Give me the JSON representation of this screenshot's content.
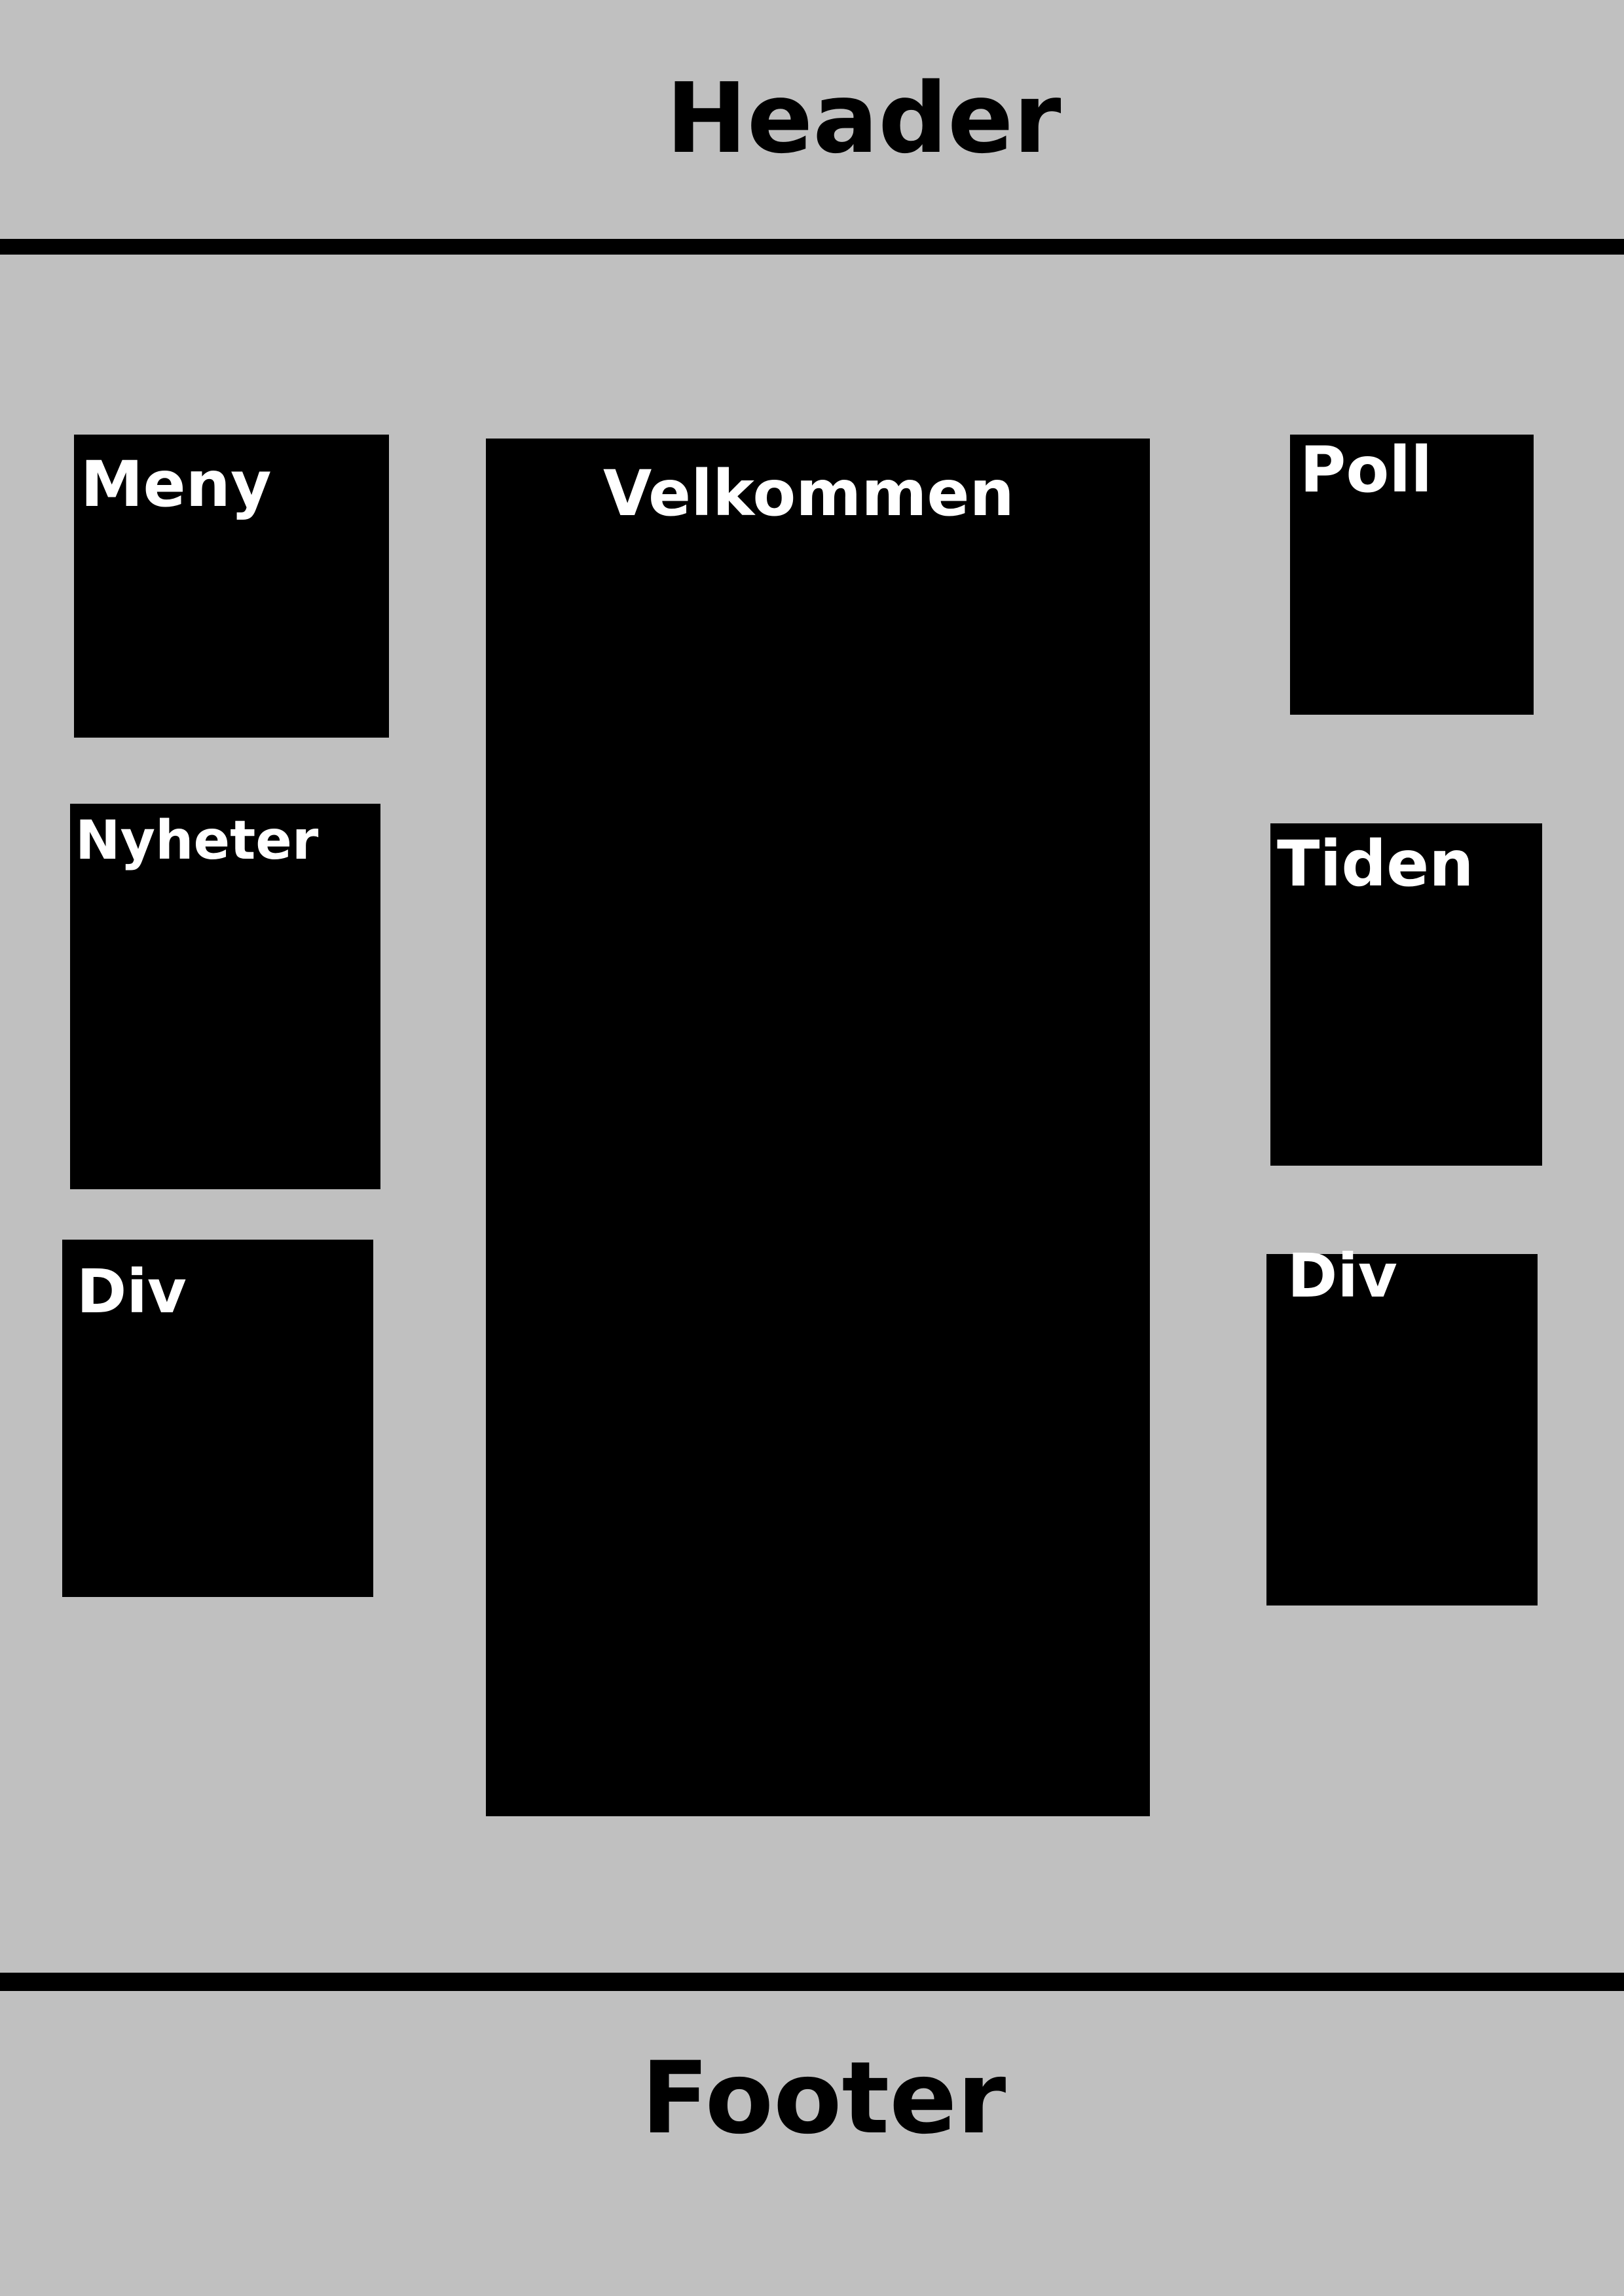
{
  "header": {
    "label": "Header"
  },
  "footer": {
    "label": "Footer"
  },
  "left_column": {
    "meny": {
      "title": "Meny"
    },
    "nyheter": {
      "title": "Nyheter"
    },
    "div": {
      "title": "Div"
    }
  },
  "center": {
    "velkommen": {
      "title": "Velkommen"
    }
  },
  "right_column": {
    "poll": {
      "title": "Poll"
    },
    "tiden": {
      "title": "Tiden"
    },
    "div": {
      "title": "Div"
    }
  },
  "colors": {
    "background": "#c0c0c0",
    "box": "#000000",
    "box_text": "#ffffff",
    "divider": "#000000"
  }
}
